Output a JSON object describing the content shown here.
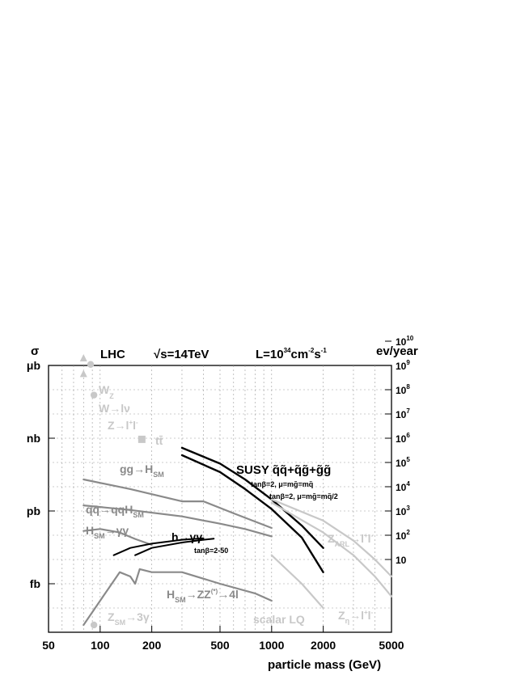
{
  "chart_data": {
    "type": "line",
    "header": {
      "sigma_symbol": "σ",
      "experiment": "LHC",
      "energy_root": "√",
      "energy": "s=14TeV",
      "luminosity_prefix": "L=10",
      "luminosity_exp1": "34",
      "luminosity_mid1": "cm",
      "luminosity_exp2": "-2",
      "luminosity_mid2": "s",
      "luminosity_exp3": "-1",
      "right_axis_title": "ev/year"
    },
    "xlabel": "particle mass (GeV)",
    "xscale": "log",
    "xlim": [
      50,
      5000
    ],
    "x_ticks": [
      {
        "value": 50,
        "label": "50"
      },
      {
        "value": 100,
        "label": "100"
      },
      {
        "value": 200,
        "label": "200"
      },
      {
        "value": 500,
        "label": "500"
      },
      {
        "value": 1000,
        "label": "1000"
      },
      {
        "value": 2000,
        "label": "2000"
      },
      {
        "value": 5000,
        "label": "5000"
      }
    ],
    "yscale": "log",
    "y_unit": "fb",
    "ylim": [
      0.01,
      1000000000
    ],
    "y_ticks": [
      {
        "value": 1000000000,
        "label": "μb"
      },
      {
        "value": 1000000,
        "label": "nb"
      },
      {
        "value": 1000,
        "label": "pb"
      },
      {
        "value": 1,
        "label": "fb"
      }
    ],
    "right_ticks": [
      {
        "value": 10,
        "base": "10",
        "exp": ""
      },
      {
        "value": 100,
        "base": "10",
        "exp": "2"
      },
      {
        "value": 1000,
        "base": "10",
        "exp": "3"
      },
      {
        "value": 10000,
        "base": "10",
        "exp": "4"
      },
      {
        "value": 100000,
        "base": "10",
        "exp": "5"
      },
      {
        "value": 1000000,
        "base": "10",
        "exp": "6"
      },
      {
        "value": 10000000,
        "base": "10",
        "exp": "7"
      },
      {
        "value": 100000000,
        "base": "10",
        "exp": "8"
      },
      {
        "value": 1000000000,
        "base": "10",
        "exp": "9"
      },
      {
        "value": 10000000000,
        "base": "10",
        "exp": "10"
      }
    ],
    "grid": true,
    "colors": {
      "dark_gray": "#8a8a8a",
      "light_gray": "#c8c8c8",
      "black": "#000000"
    },
    "series": [
      {
        "color": "#8a8a8a",
        "width": 2.2,
        "points": [
          [
            80,
            20000
          ],
          [
            150,
            8000
          ],
          [
            300,
            2500
          ],
          [
            400,
            2500
          ],
          [
            600,
            800
          ],
          [
            1000,
            200
          ]
        ]
      },
      {
        "color": "#8a8a8a",
        "width": 2.2,
        "points": [
          [
            80,
            1700
          ],
          [
            150,
            1100
          ],
          [
            300,
            600
          ],
          [
            500,
            300
          ],
          [
            700,
            180
          ],
          [
            1000,
            90
          ]
        ]
      },
      {
        "color": "#8a8a8a",
        "width": 2.2,
        "points": [
          [
            80,
            150
          ],
          [
            100,
            180
          ],
          [
            130,
            130
          ],
          [
            160,
            70
          ],
          [
            200,
            40
          ]
        ]
      },
      {
        "color": "#8a8a8a",
        "width": 2.2,
        "points": [
          [
            80,
            0.02
          ],
          [
            100,
            0.2
          ],
          [
            130,
            3
          ],
          [
            150,
            2
          ],
          [
            160,
            1
          ],
          [
            170,
            4
          ],
          [
            200,
            3
          ],
          [
            300,
            3
          ],
          [
            500,
            1
          ],
          [
            800,
            0.4
          ],
          [
            1000,
            0.2
          ]
        ]
      },
      {
        "color": "#000000",
        "width": 2.0,
        "points": [
          [
            120,
            15
          ],
          [
            150,
            30
          ],
          [
            200,
            45
          ],
          [
            300,
            65
          ],
          [
            400,
            75
          ]
        ]
      },
      {
        "color": "#000000",
        "width": 2.0,
        "points": [
          [
            160,
            15
          ],
          [
            200,
            30
          ],
          [
            300,
            50
          ],
          [
            400,
            65
          ],
          [
            460,
            72
          ]
        ]
      },
      {
        "color": "#000000",
        "width": 2.4,
        "points": [
          [
            300,
            400000
          ],
          [
            500,
            90000
          ],
          [
            700,
            20000
          ],
          [
            1000,
            3000
          ],
          [
            1500,
            250
          ],
          [
            2000,
            30
          ]
        ]
      },
      {
        "color": "#000000",
        "width": 2.4,
        "points": [
          [
            300,
            200000
          ],
          [
            500,
            40000
          ],
          [
            700,
            8000
          ],
          [
            1000,
            1200
          ],
          [
            1500,
            80
          ],
          [
            2000,
            3
          ]
        ]
      },
      {
        "color": "#c8c8c8",
        "width": 2.2,
        "points": [
          [
            1000,
            3000
          ],
          [
            2000,
            400
          ],
          [
            3000,
            60
          ],
          [
            4000,
            10
          ],
          [
            5000,
            2
          ]
        ]
      },
      {
        "color": "#c8c8c8",
        "width": 2.2,
        "points": [
          [
            1000,
            2200
          ],
          [
            2000,
            130
          ],
          [
            3000,
            15
          ],
          [
            4000,
            2
          ],
          [
            5000,
            0.3
          ]
        ]
      },
      {
        "color": "#c8c8c8",
        "width": 2.2,
        "points": [
          [
            1000,
            15
          ],
          [
            1500,
            1
          ],
          [
            2000,
            0.1
          ]
        ]
      }
    ],
    "annotations": [
      {
        "x": 80,
        "y": 2000000000,
        "kind": "triangle",
        "color": "#c8c8c8"
      },
      {
        "x": 88,
        "y": 1100000000,
        "kind": "circle",
        "color": "#c8c8c8"
      },
      {
        "x": 80,
        "y": 450000000,
        "kind": "triangle",
        "color": "#c8c8c8"
      },
      {
        "x": 92,
        "y": 60000000,
        "kind": "circle",
        "color": "#c8c8c8"
      },
      {
        "x": 175,
        "y": 900000,
        "kind": "square",
        "color": "#c8c8c8"
      },
      {
        "x": 92,
        "y": 0.02,
        "kind": "circle",
        "color": "#c8c8c8"
      }
    ]
  },
  "process_labels": {
    "wz": {
      "main": "W",
      "sub": "Z"
    },
    "wlnu": "W→lν",
    "zll": {
      "main": "Z→l",
      "sup1": "+",
      "mid": "l",
      "sup2": "-"
    },
    "tt": "tt̄",
    "ggh": {
      "main": "gg→H",
      "sub": "SM"
    },
    "qqh": {
      "main": "qq̄→qqH",
      "sub": "SM"
    },
    "hgg": {
      "main": "H",
      "sub": "SM",
      "rest": "→γγ"
    },
    "hgg_susy": "h→γγ",
    "tanb_range": "tanβ=2-50",
    "susy": "SUSY q̃q̃+q̃g̃+g̃g̃",
    "susy_note1": "tanβ=2, μ=mg̃=mq̃",
    "susy_note2": "tanβ=2, μ=mg̃=mq̃/2",
    "hzz": {
      "main": "H",
      "sub": "SM",
      "mid": "→ZZ",
      "sup": "(*)",
      "rest": "→4l"
    },
    "zarl": {
      "main": "Z",
      "sub": "ARL",
      "rest": "→l",
      "sup1": "+",
      "rest2": "l",
      "sup2": "-"
    },
    "zeta": {
      "main": "Z",
      "sub": "η",
      "rest": "→l",
      "sup1": "+",
      "rest2": "l",
      "sup2": "-"
    },
    "scalarlq": "scalar LQ",
    "zsm3g": {
      "main": "Z",
      "sub": "SM",
      "rest": "→3γ"
    }
  }
}
